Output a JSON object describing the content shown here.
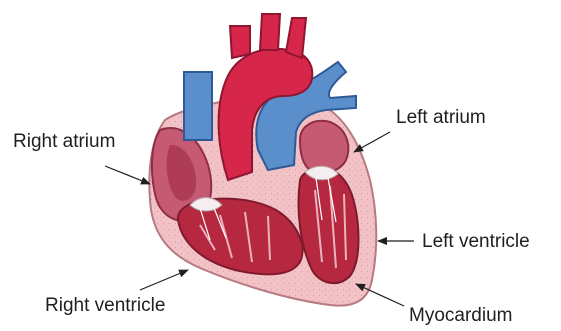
{
  "diagram": {
    "labels": {
      "right_atrium": "Right atrium",
      "left_atrium": "Left atrium",
      "left_ventricle": "Left ventricle",
      "right_ventricle": "Right ventricle",
      "myocardium": "Myocardium"
    },
    "colors": {
      "aorta_red": "#d6264a",
      "vein_blue": "#5b8fcc",
      "wall_pink": "#f2c2c6",
      "chamber_red": "#b5283f",
      "valve_white": "#f4eef0",
      "label_text": "#1f1f1f",
      "arrow": "#1f1f1f"
    }
  }
}
